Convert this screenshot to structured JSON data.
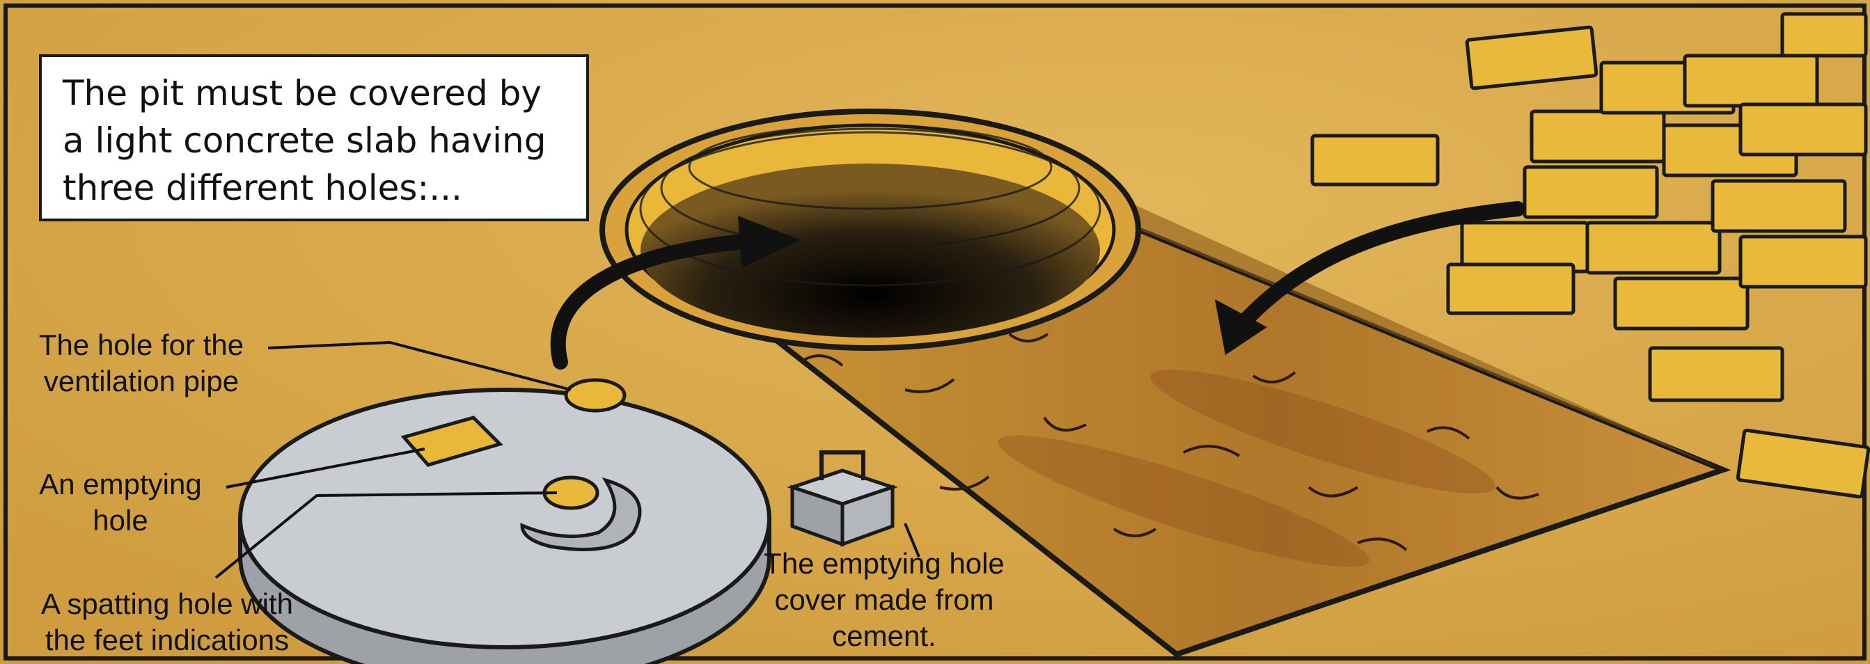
{
  "caption": {
    "lines": [
      "The pit must be covered by",
      "a light concrete slab having",
      "three different holes:..."
    ]
  },
  "labels": {
    "ventilation": [
      "The hole for the",
      "ventilation pipe"
    ],
    "emptying": [
      "An emptying",
      "hole"
    ],
    "squatting": [
      "A spatting hole with",
      "the feet indications"
    ],
    "cover": [
      "The emptying hole",
      "cover made from",
      "cement."
    ]
  },
  "colors": {
    "ground": "#d8a84a",
    "slab": "#c9ccd0",
    "brick": "#e9b83a",
    "pit_dark": "#1a1a1a",
    "outline": "#1a1a1a"
  }
}
